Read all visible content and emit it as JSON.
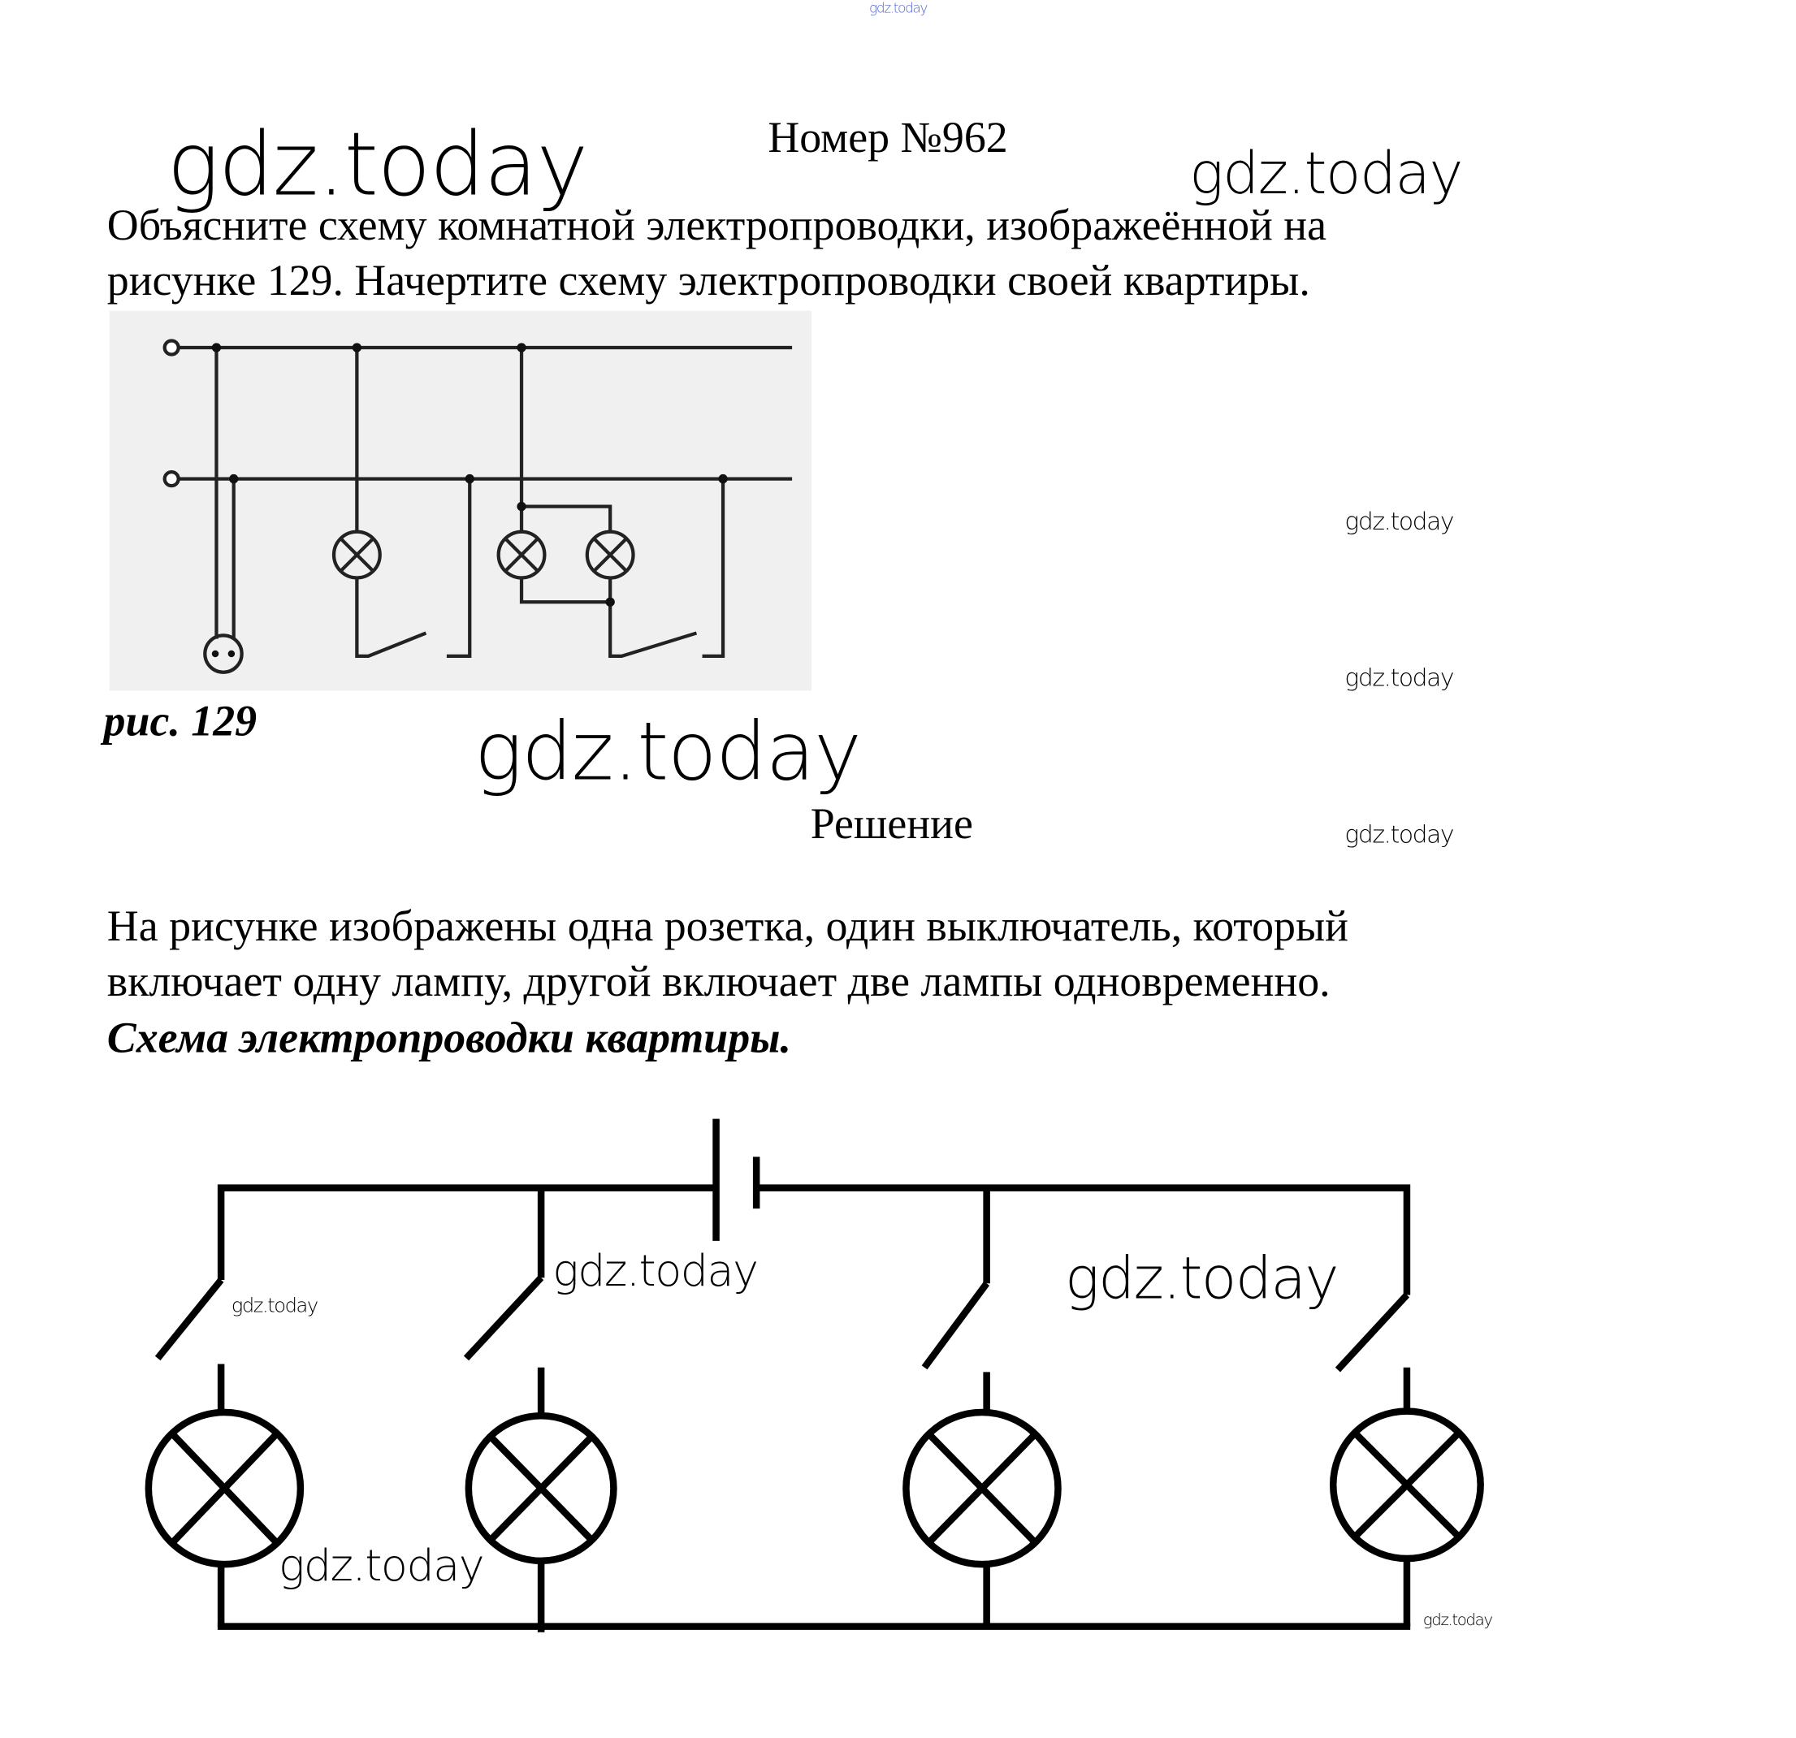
{
  "watermark": "gdz.today",
  "title": "Номер №962",
  "task": {
    "line1": "Объясните схему комнатной электропроводки, изображеённой на",
    "line2": "рисунке 129. Начертите схему электропроводки своей квартиры."
  },
  "figure_caption": "рис. 129",
  "solution_heading": "Решение",
  "answer": {
    "line1": "На рисунке изображены одна розетка, один выключатель, который",
    "line2": "включает одну лампу, другой включает две лампы одновременно.",
    "subheading": "Схема электропроводки квартиры."
  }
}
